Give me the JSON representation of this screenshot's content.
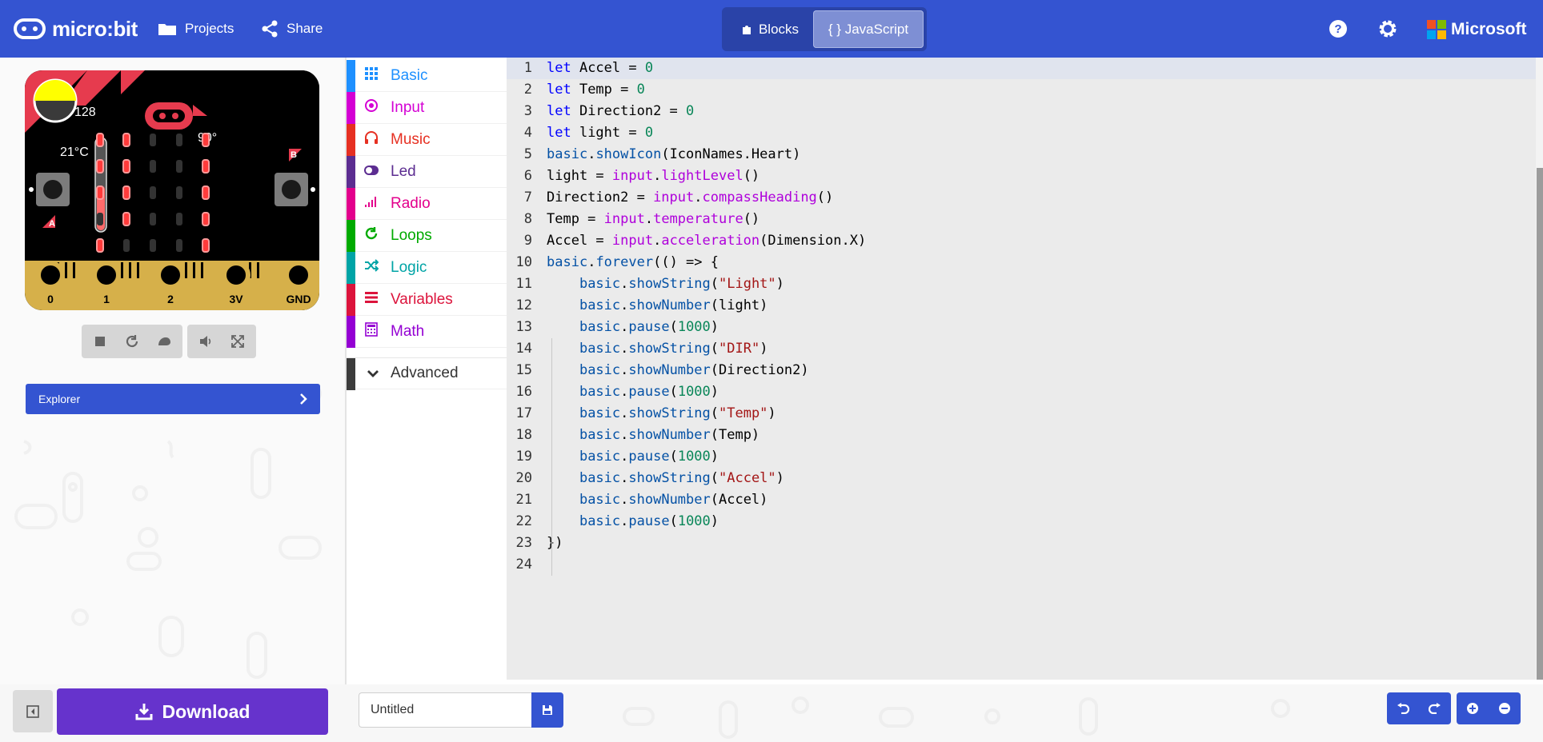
{
  "header": {
    "logo_text": "micro:bit",
    "projects_label": "Projects",
    "share_label": "Share",
    "blocks_label": "Blocks",
    "javascript_label": "{ } JavaScript",
    "microsoft_label": "Microsoft"
  },
  "simulator": {
    "light_level": "128",
    "temperature": "21°C",
    "compass": "90°",
    "button_a": "A",
    "button_b": "B",
    "pins": [
      "0",
      "1",
      "2",
      "3V",
      "GND"
    ],
    "led_matrix": [
      [
        1,
        1,
        0,
        0,
        1
      ],
      [
        1,
        1,
        0,
        0,
        1
      ],
      [
        1,
        1,
        0,
        0,
        1
      ],
      [
        0,
        1,
        0,
        0,
        1
      ],
      [
        1,
        0,
        0,
        0,
        1
      ]
    ],
    "explorer_label": "Explorer"
  },
  "toolbox": {
    "categories": [
      {
        "label": "Basic",
        "color": "#1e90ff",
        "icon": "grid-icon"
      },
      {
        "label": "Input",
        "color": "#d400d4",
        "icon": "target-icon"
      },
      {
        "label": "Music",
        "color": "#e63022",
        "icon": "headphones-icon"
      },
      {
        "label": "Led",
        "color": "#5c2d91",
        "icon": "toggle-icon"
      },
      {
        "label": "Radio",
        "color": "#e3008c",
        "icon": "signal-icon"
      },
      {
        "label": "Loops",
        "color": "#00aa00",
        "icon": "refresh-icon"
      },
      {
        "label": "Logic",
        "color": "#00a4a6",
        "icon": "shuffle-icon"
      },
      {
        "label": "Variables",
        "color": "#dc143c",
        "icon": "lines-icon"
      },
      {
        "label": "Math",
        "color": "#9400d3",
        "icon": "calculator-icon"
      }
    ],
    "advanced_label": "Advanced"
  },
  "editor": {
    "line_numbers": [
      "1",
      "2",
      "3",
      "4",
      "5",
      "6",
      "7",
      "8",
      "9",
      "10",
      "11",
      "12",
      "13",
      "14",
      "15",
      "16",
      "17",
      "18",
      "19",
      "20",
      "21",
      "22",
      "23",
      "24"
    ]
  },
  "footer": {
    "download_label": "Download",
    "project_name": "Untitled"
  },
  "colors": {
    "header": "#3454d1",
    "download": "#6633cc",
    "board": "#000000",
    "gold": "#d6b04a",
    "led_on": "#ff3b3b"
  }
}
